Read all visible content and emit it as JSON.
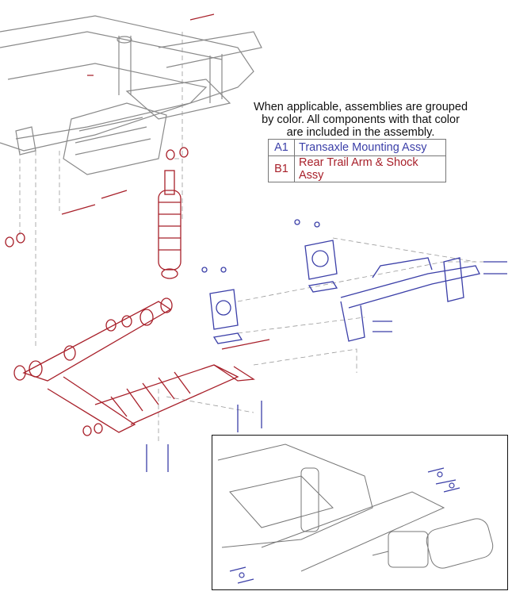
{
  "note": {
    "line1": "When applicable, assemblies are grouped",
    "line2": "by color. All components with that color",
    "line3": "are included in the assembly."
  },
  "legend": [
    {
      "code": "A1",
      "label": "Transaxle Mounting Assy",
      "color": "#3b3fa8"
    },
    {
      "code": "B1",
      "label": "Rear Trail Arm & Shock Assy",
      "color": "#a8202a"
    }
  ],
  "colors": {
    "frame": "#8a8a8a",
    "assy_a1": "#3b3fa8",
    "assy_b1": "#a8202a"
  }
}
